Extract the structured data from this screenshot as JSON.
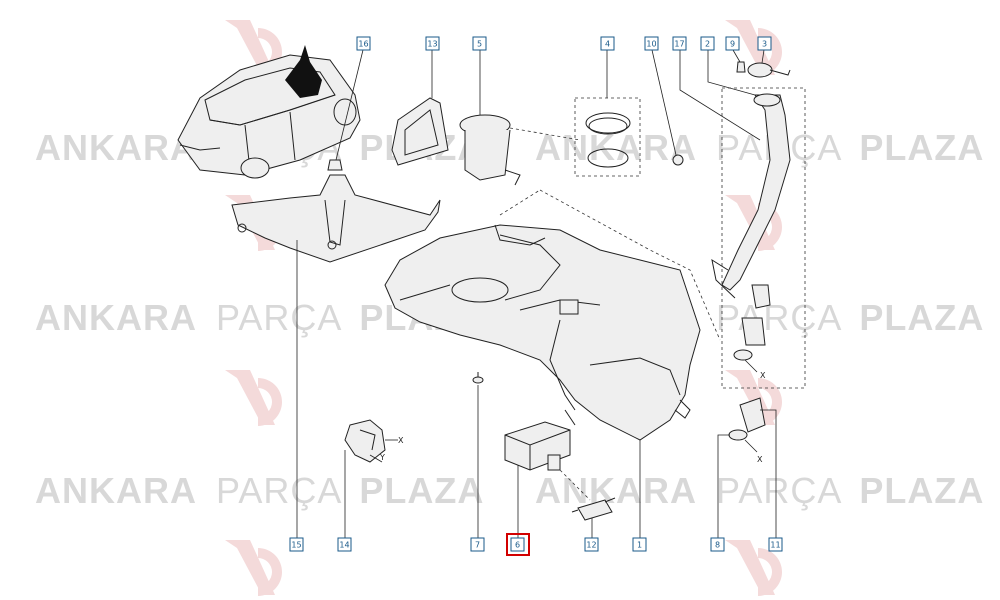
{
  "watermark": {
    "word1": "ANKARA",
    "word2": "PARÇA",
    "word3": "PLAZA"
  },
  "callouts": [
    {
      "id": "c16",
      "label": "16"
    },
    {
      "id": "c13",
      "label": "13"
    },
    {
      "id": "c5",
      "label": "5"
    },
    {
      "id": "c4",
      "label": "4"
    },
    {
      "id": "c10",
      "label": "10"
    },
    {
      "id": "c17",
      "label": "17"
    },
    {
      "id": "c2",
      "label": "2"
    },
    {
      "id": "c9",
      "label": "9"
    },
    {
      "id": "c3",
      "label": "3"
    },
    {
      "id": "c15",
      "label": "15"
    },
    {
      "id": "c14",
      "label": "14"
    },
    {
      "id": "c7",
      "label": "7"
    },
    {
      "id": "c6",
      "label": "6"
    },
    {
      "id": "c12",
      "label": "12"
    },
    {
      "id": "c1",
      "label": "1"
    },
    {
      "id": "c8",
      "label": "8"
    },
    {
      "id": "c11",
      "label": "11"
    }
  ],
  "highlighted_callout": "6",
  "axis_labels": {
    "x": "X",
    "y": "Y"
  },
  "colors": {
    "callout_border": "#1a5a8a",
    "highlight": "#d20000",
    "watermark": "#d8d8d8"
  }
}
